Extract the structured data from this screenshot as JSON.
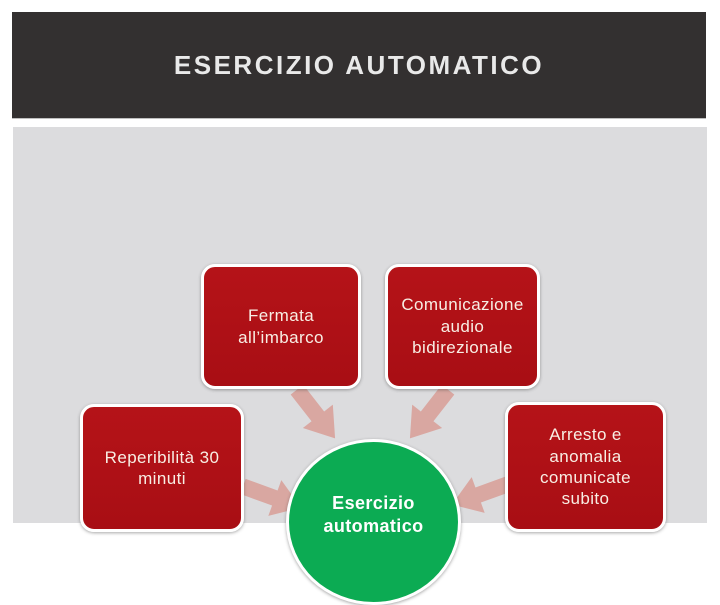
{
  "header": {
    "title": "ESERCIZIO AUTOMATICO"
  },
  "diagram": {
    "center": {
      "label": "Esercizio automatico"
    },
    "nodes": [
      {
        "id": "fermata",
        "label": "Fermata all’imbarco"
      },
      {
        "id": "comunicazione",
        "label": "Comunicazione audio bidirezionale"
      },
      {
        "id": "reperibilita",
        "label": "Reperibilità 30 minuti"
      },
      {
        "id": "arresto",
        "label": "Arresto e anomalia comunicate subito"
      }
    ],
    "arrows": [
      {
        "icon": "arrow-down-right-icon",
        "from": "fermata"
      },
      {
        "icon": "arrow-down-left-icon",
        "from": "comunicazione"
      },
      {
        "icon": "arrow-right-icon",
        "from": "reperibilita"
      },
      {
        "icon": "arrow-left-icon",
        "from": "arresto"
      }
    ]
  },
  "colors": {
    "header_bg": "#333030",
    "title_text": "#e9e9e9",
    "panel_bg": "#dcdcde",
    "node_red": "#a80e14",
    "node_red_light": "#b51318",
    "node_text": "#f8eee4",
    "center_green": "#0cab53",
    "center_text": "#ffffff",
    "arrow_pink": "#d9a7a1"
  }
}
